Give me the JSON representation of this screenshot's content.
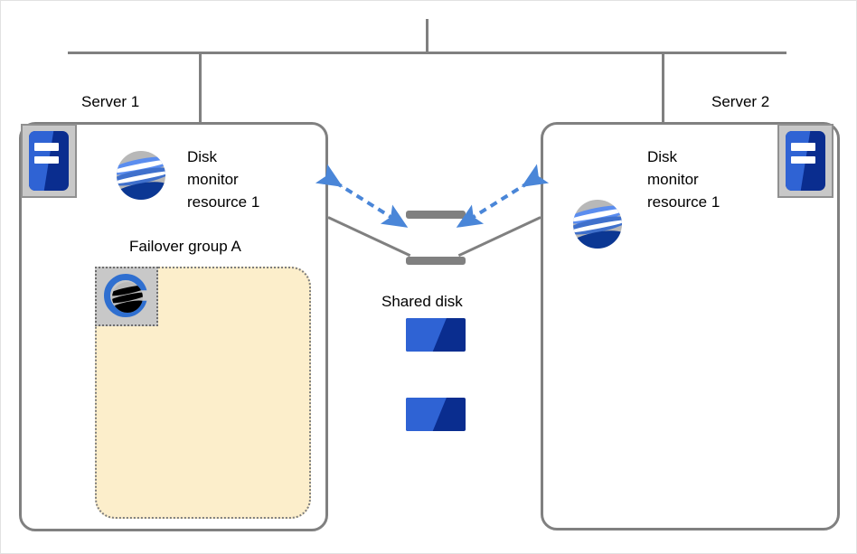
{
  "diagram": {
    "title": "Disk monitor resource / shared disk cluster diagram",
    "colors": {
      "line_gray": "#808080",
      "arrow_blue": "#4a86d8",
      "group_fill": "#fceecb",
      "group_border": "#7d7d7d",
      "icon_blue_light": "#2f63d4",
      "icon_blue_dark": "#0a2d8f",
      "icon_frame_gray": "#c8c8c8"
    },
    "network": {
      "bus_name": "network-bus-line",
      "center_stub_name": "network-uplink"
    },
    "servers": [
      {
        "label": "Server 1",
        "hardware_icon": "server-icon",
        "monitor": {
          "icon": "disk-monitor-globe-icon",
          "lines": [
            "Disk",
            "monitor",
            "resource 1"
          ]
        },
        "group": {
          "label": "Failover group A",
          "icon": "failover-group-icon"
        }
      },
      {
        "label": "Server 2",
        "hardware_icon": "server-icon",
        "monitor": {
          "icon": "disk-monitor-globe-icon",
          "lines": [
            "Disk",
            "monitor",
            "resource 1"
          ]
        },
        "group": null
      }
    ],
    "shared_storage": {
      "label": "Shared disk",
      "icon": "shared-disk-icon",
      "platters": 2
    },
    "arrows": [
      {
        "name": "monitor-arrow-left",
        "style": "dashed",
        "heads": "both",
        "color": "#4a86d8"
      },
      {
        "name": "monitor-arrow-right",
        "style": "dashed",
        "heads": "both",
        "color": "#4a86d8"
      }
    ]
  }
}
